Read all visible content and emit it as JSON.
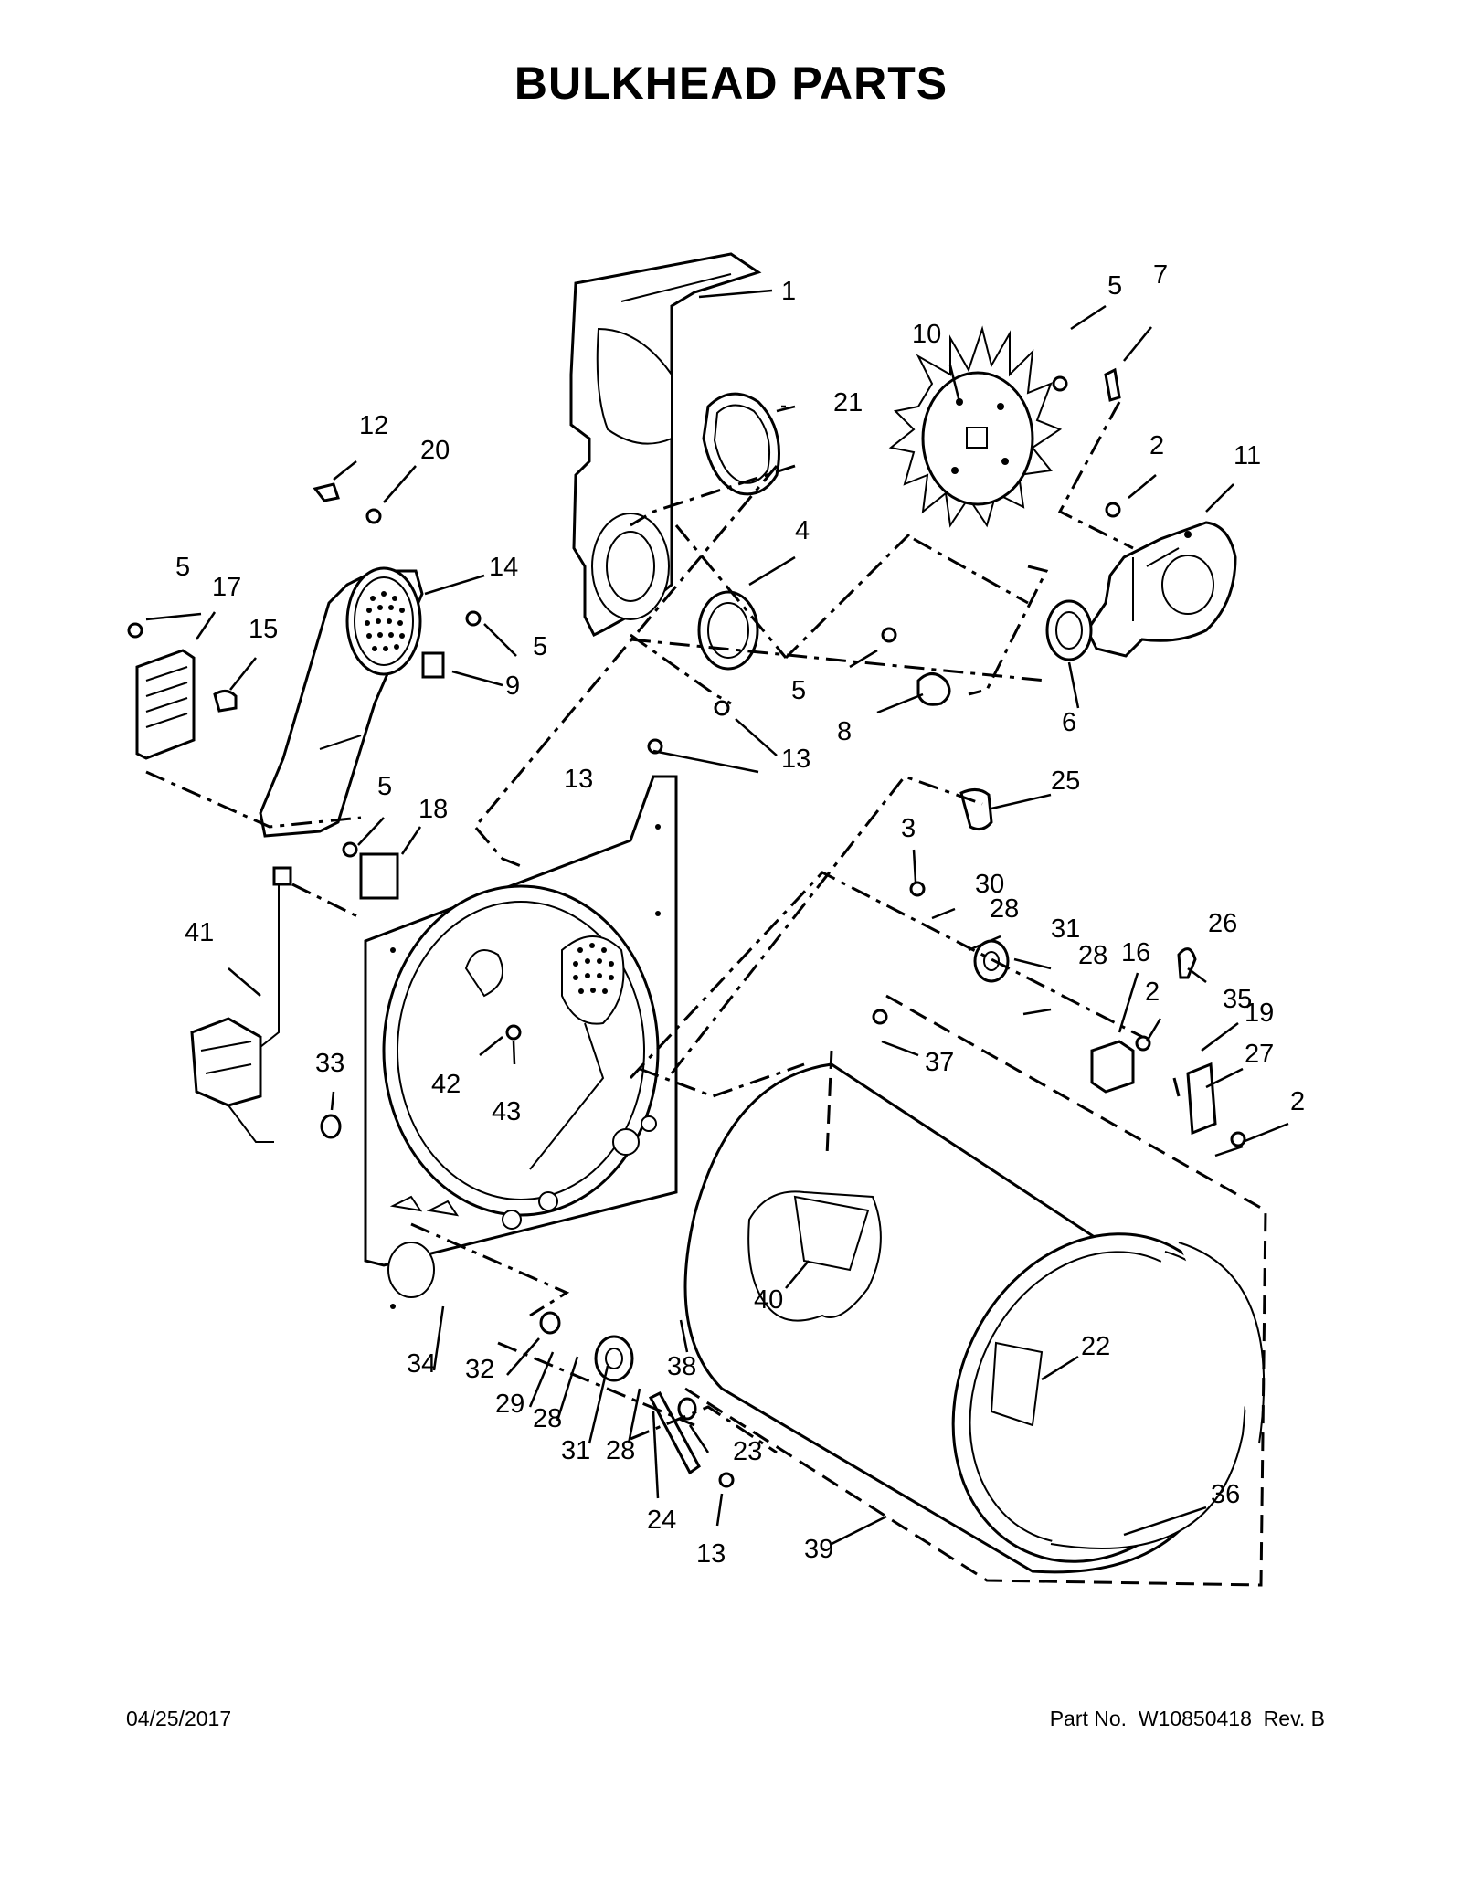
{
  "page": {
    "title": "BULKHEAD PARTS",
    "date": "04/25/2017",
    "part_number_label": "Part No.",
    "part_number": "W10850418",
    "revision_label": "Rev.",
    "revision": "B"
  },
  "callouts": [
    {
      "id": "c1",
      "label": "1"
    },
    {
      "id": "c21",
      "label": "21"
    },
    {
      "id": "c4",
      "label": "4"
    },
    {
      "id": "c13a",
      "label": "13"
    },
    {
      "id": "c12",
      "label": "12"
    },
    {
      "id": "c20",
      "label": "20"
    },
    {
      "id": "c14",
      "label": "14"
    },
    {
      "id": "c5a",
      "label": "5"
    },
    {
      "id": "c17",
      "label": "17"
    },
    {
      "id": "c15",
      "label": "15"
    },
    {
      "id": "c5b",
      "label": "5"
    },
    {
      "id": "c9",
      "label": "9"
    },
    {
      "id": "c5c",
      "label": "5"
    },
    {
      "id": "c18",
      "label": "18"
    },
    {
      "id": "c10",
      "label": "10"
    },
    {
      "id": "c5d",
      "label": "5"
    },
    {
      "id": "c7",
      "label": "7"
    },
    {
      "id": "c2a",
      "label": "2"
    },
    {
      "id": "c11",
      "label": "11"
    },
    {
      "id": "c5e",
      "label": "5"
    },
    {
      "id": "c8",
      "label": "8"
    },
    {
      "id": "c6",
      "label": "6"
    },
    {
      "id": "c13b",
      "label": "13"
    },
    {
      "id": "c25",
      "label": "25"
    },
    {
      "id": "c3",
      "label": "3"
    },
    {
      "id": "c30",
      "label": "30"
    },
    {
      "id": "c28a",
      "label": "28"
    },
    {
      "id": "c31a",
      "label": "31"
    },
    {
      "id": "c28b",
      "label": "28"
    },
    {
      "id": "c26",
      "label": "26"
    },
    {
      "id": "c16",
      "label": "16"
    },
    {
      "id": "c2b",
      "label": "2"
    },
    {
      "id": "c35",
      "label": "35"
    },
    {
      "id": "c19",
      "label": "19"
    },
    {
      "id": "c27",
      "label": "27"
    },
    {
      "id": "c2c",
      "label": "2"
    },
    {
      "id": "c41",
      "label": "41"
    },
    {
      "id": "c33",
      "label": "33"
    },
    {
      "id": "c42",
      "label": "42"
    },
    {
      "id": "c43",
      "label": "43"
    },
    {
      "id": "c37",
      "label": "37"
    },
    {
      "id": "c40",
      "label": "40"
    },
    {
      "id": "c34",
      "label": "34"
    },
    {
      "id": "c32",
      "label": "32"
    },
    {
      "id": "c29",
      "label": "29"
    },
    {
      "id": "c28c",
      "label": "28"
    },
    {
      "id": "c31b",
      "label": "31"
    },
    {
      "id": "c28d",
      "label": "28"
    },
    {
      "id": "c38",
      "label": "38"
    },
    {
      "id": "c23",
      "label": "23"
    },
    {
      "id": "c24",
      "label": "24"
    },
    {
      "id": "c13c",
      "label": "13"
    },
    {
      "id": "c22",
      "label": "22"
    },
    {
      "id": "c36",
      "label": "36"
    },
    {
      "id": "c39",
      "label": "39"
    }
  ]
}
